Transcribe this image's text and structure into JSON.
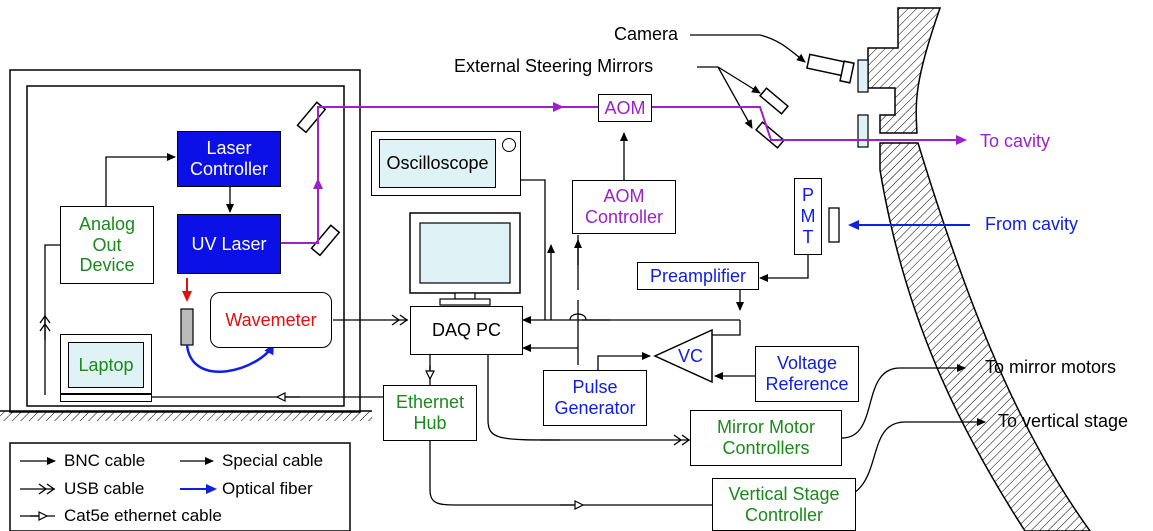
{
  "diagram": {
    "labels": {
      "camera": "Camera",
      "external_steering_mirrors": "External Steering Mirrors",
      "to_cavity": "To cavity",
      "from_cavity": "From cavity",
      "to_mirror_motors": "To mirror motors",
      "to_vertical_stage": "To vertical stage"
    },
    "nodes": {
      "laser_controller": "Laser\nController",
      "uv_laser": "UV Laser",
      "analog_out_device": "Analog\nOut\nDevice",
      "wavemeter": "Wavemeter",
      "laptop": "Laptop",
      "aom": "AOM",
      "aom_controller": "AOM\nController",
      "oscilloscope": "Oscilloscope",
      "pmt": "P\nM\nT",
      "preamplifier": "Preamplifier",
      "daq_pc": "DAQ PC",
      "vc": "VC",
      "voltage_reference": "Voltage\nReference",
      "pulse_generator": "Pulse\nGenerator",
      "ethernet_hub": "Ethernet\nHub",
      "mirror_motor_controllers": "Mirror Motor\nControllers",
      "vertical_stage_controller": "Vertical Stage\nController"
    },
    "legend": {
      "bnc_cable": "BNC cable",
      "special_cable": "Special cable",
      "usb_cable": "USB cable",
      "optical_fiber": "Optical fiber",
      "cat5e_cable": "Cat5e ethernet cable"
    },
    "colors": {
      "beam": "#9b22c9",
      "fiber": "#1020e0",
      "laser_out": "#e01010",
      "laser_box": "#0a10e6",
      "green_text": "#1a8a1a",
      "screen": "#dff2f5"
    }
  }
}
